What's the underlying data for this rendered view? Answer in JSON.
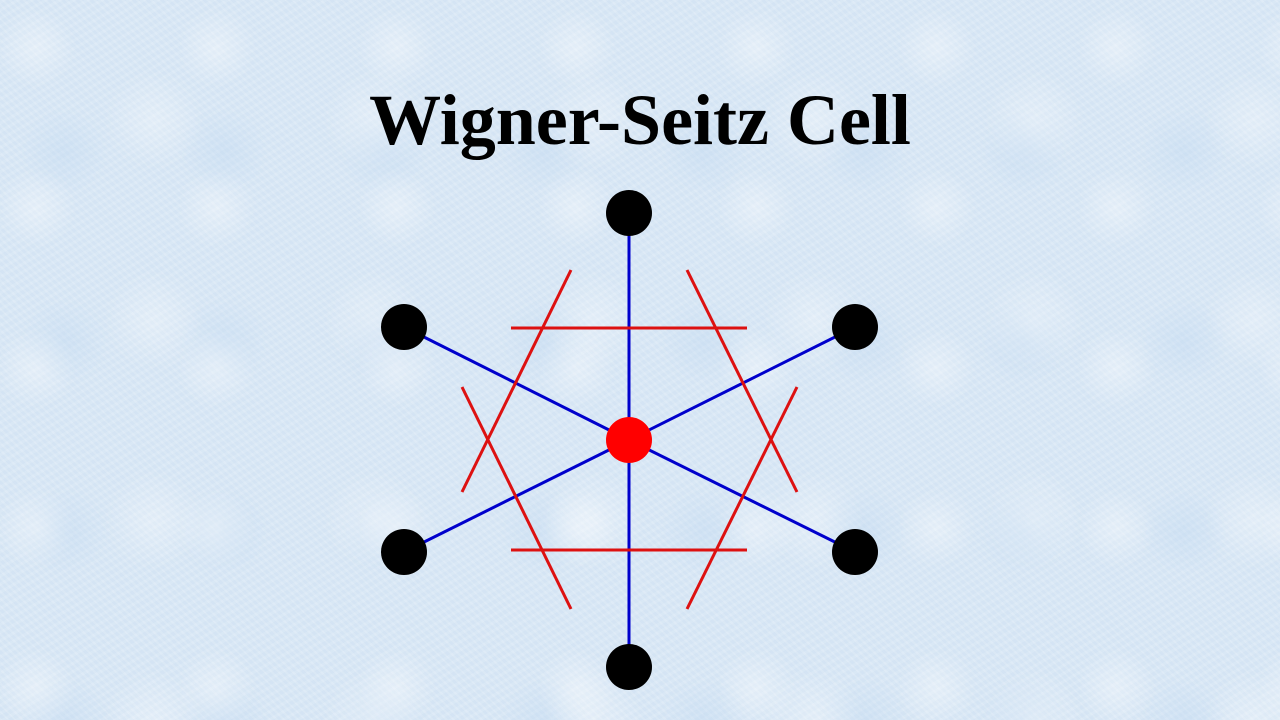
{
  "slide": {
    "title": "Wigner-Seitz Cell"
  },
  "colors": {
    "background": "#d8e7f5",
    "lattice_point": "#000000",
    "center_point": "#ff0000",
    "connecting_line": "#0000cc",
    "bisector_line": "#dd1111"
  },
  "diagram": {
    "description_type": "2D hexagonal lattice with central atom, nearest-neighbour links and perpendicular bisectors",
    "neighbor_count": 6
  }
}
